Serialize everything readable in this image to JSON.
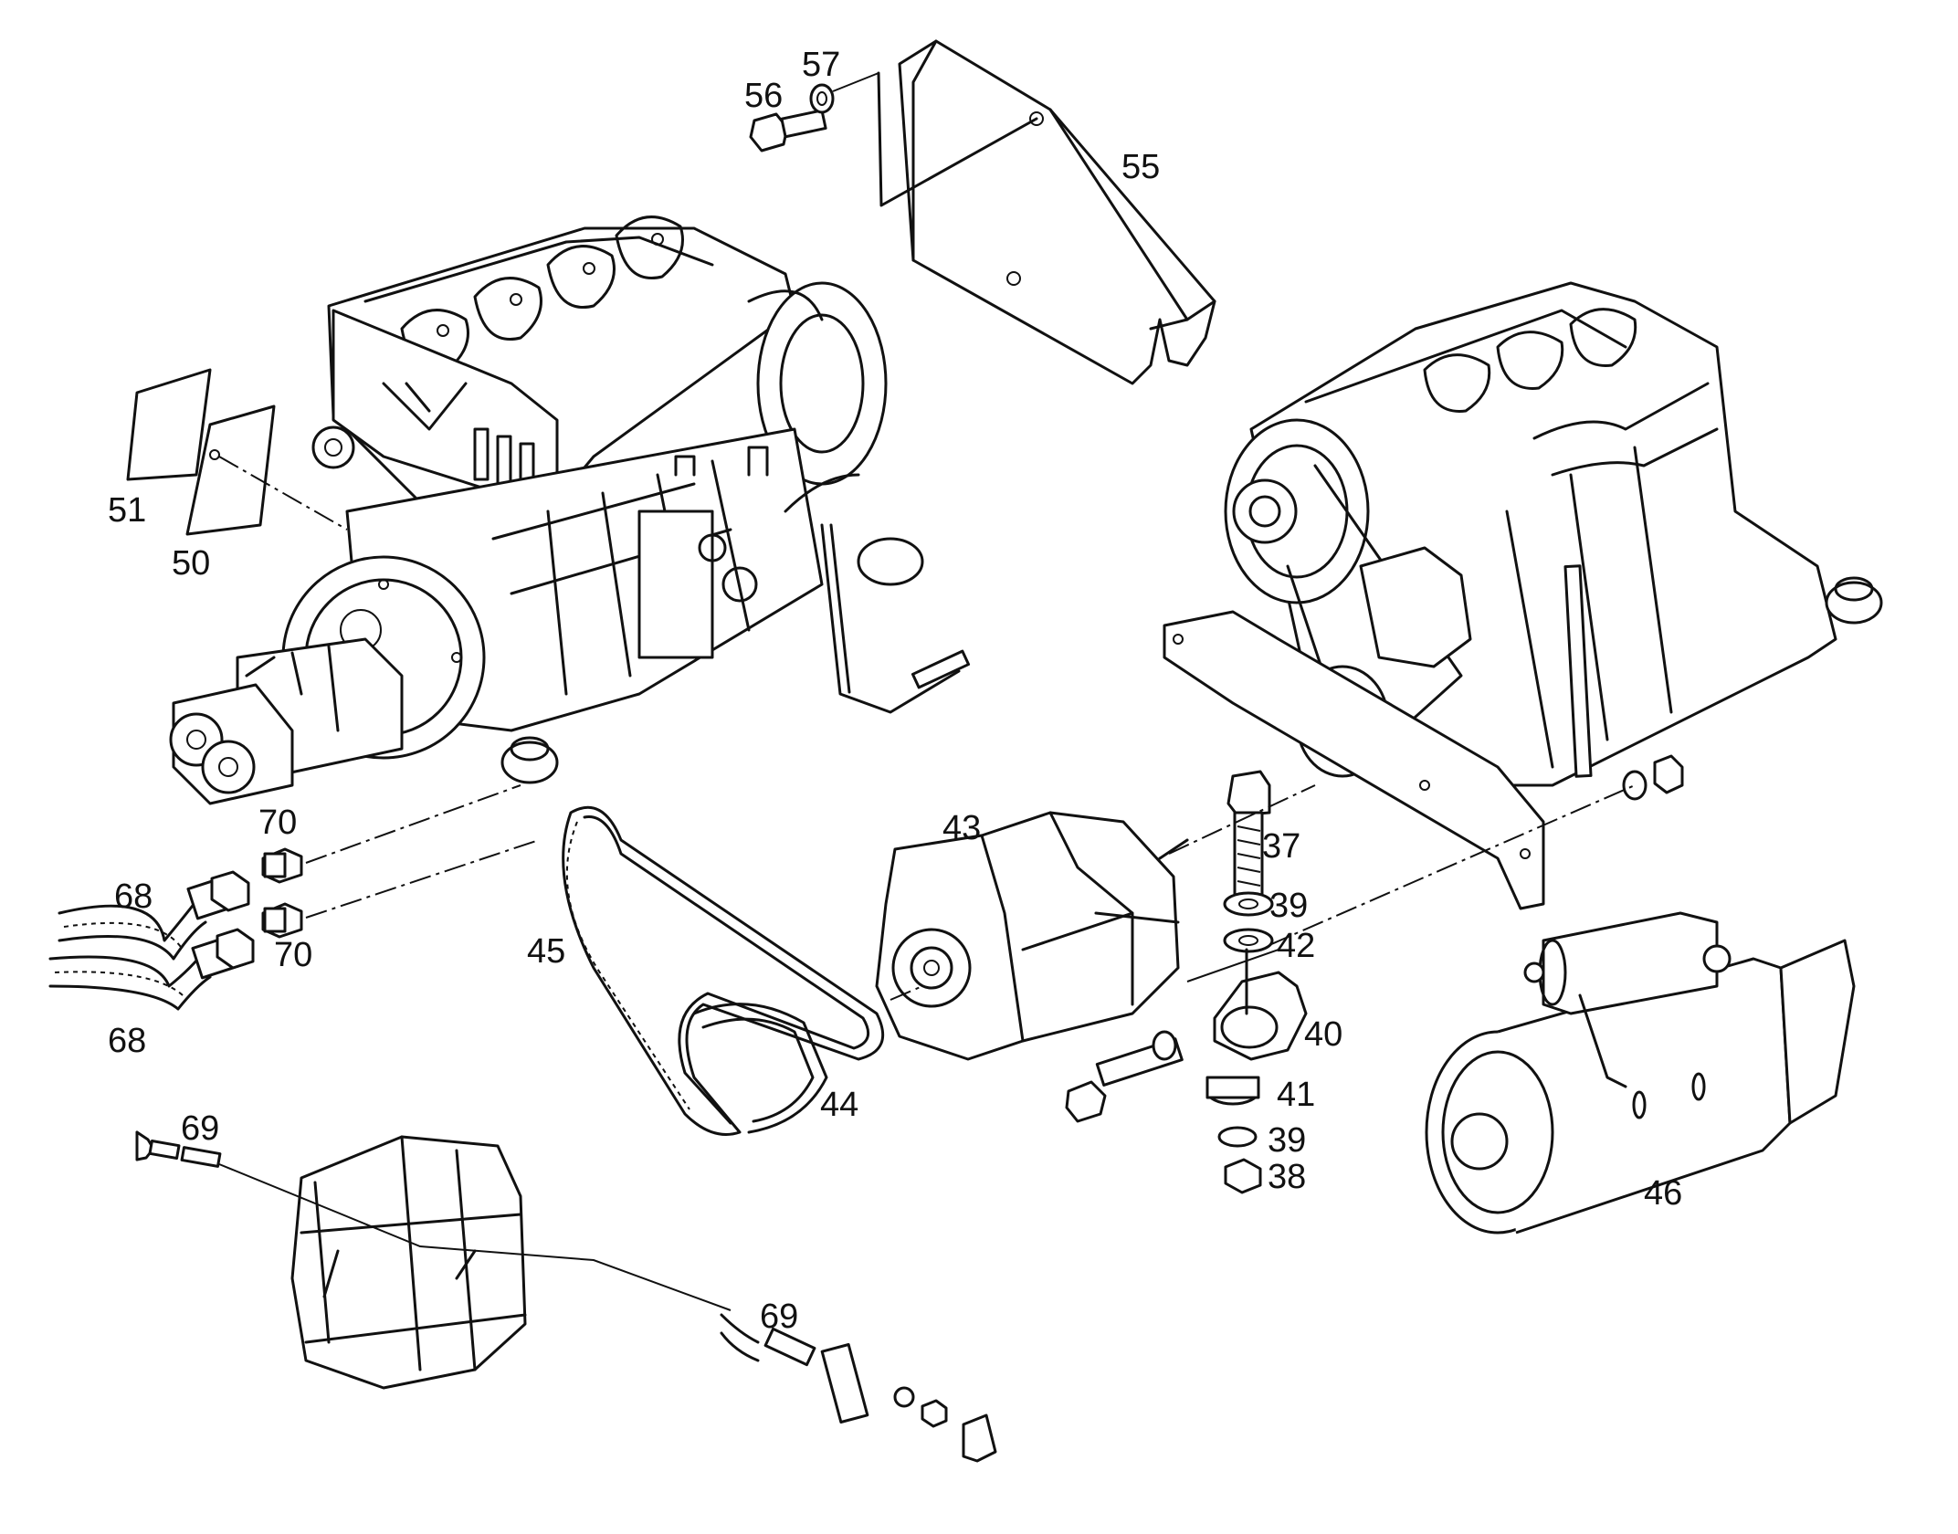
{
  "callouts": [
    {
      "id": "c56",
      "label": "56"
    },
    {
      "id": "c57",
      "label": "57"
    },
    {
      "id": "c55",
      "label": "55"
    },
    {
      "id": "c51",
      "label": "51"
    },
    {
      "id": "c50",
      "label": "50"
    },
    {
      "id": "c70a",
      "label": "70"
    },
    {
      "id": "c70b",
      "label": "70"
    },
    {
      "id": "c68a",
      "label": "68"
    },
    {
      "id": "c68b",
      "label": "68"
    },
    {
      "id": "c45",
      "label": "45"
    },
    {
      "id": "c44",
      "label": "44"
    },
    {
      "id": "c43",
      "label": "43"
    },
    {
      "id": "c37",
      "label": "37"
    },
    {
      "id": "c39a",
      "label": "39"
    },
    {
      "id": "c42",
      "label": "42"
    },
    {
      "id": "c40",
      "label": "40"
    },
    {
      "id": "c41",
      "label": "41"
    },
    {
      "id": "c39b",
      "label": "39"
    },
    {
      "id": "c38",
      "label": "38"
    },
    {
      "id": "c46",
      "label": "46"
    },
    {
      "id": "c69a",
      "label": "69"
    },
    {
      "id": "c69b",
      "label": "69"
    }
  ]
}
